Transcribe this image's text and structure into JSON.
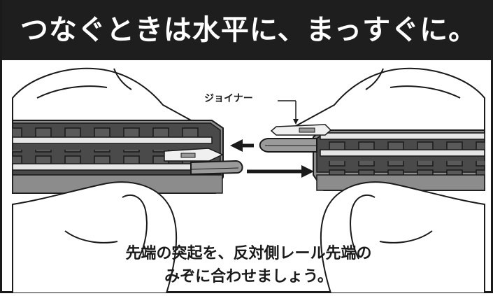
{
  "banner": {
    "title": "つなぐときは水平に、まっすぐに。"
  },
  "labels": {
    "joiner": "ジョイナー"
  },
  "caption": {
    "line1": "先端の突起を、反対側レール先端の",
    "line2": "みぞに合わせましょう。"
  },
  "colors": {
    "banner_bg": "#1e1e1e",
    "banner_text": "#ffffff",
    "track_base": "#8c8c8c",
    "track_dark": "#4a4a4a",
    "sleeper": "#5a5a5a",
    "rail": "#e6e6e6",
    "joiner": "#9a9a9a",
    "outline": "#1a1a1a"
  }
}
